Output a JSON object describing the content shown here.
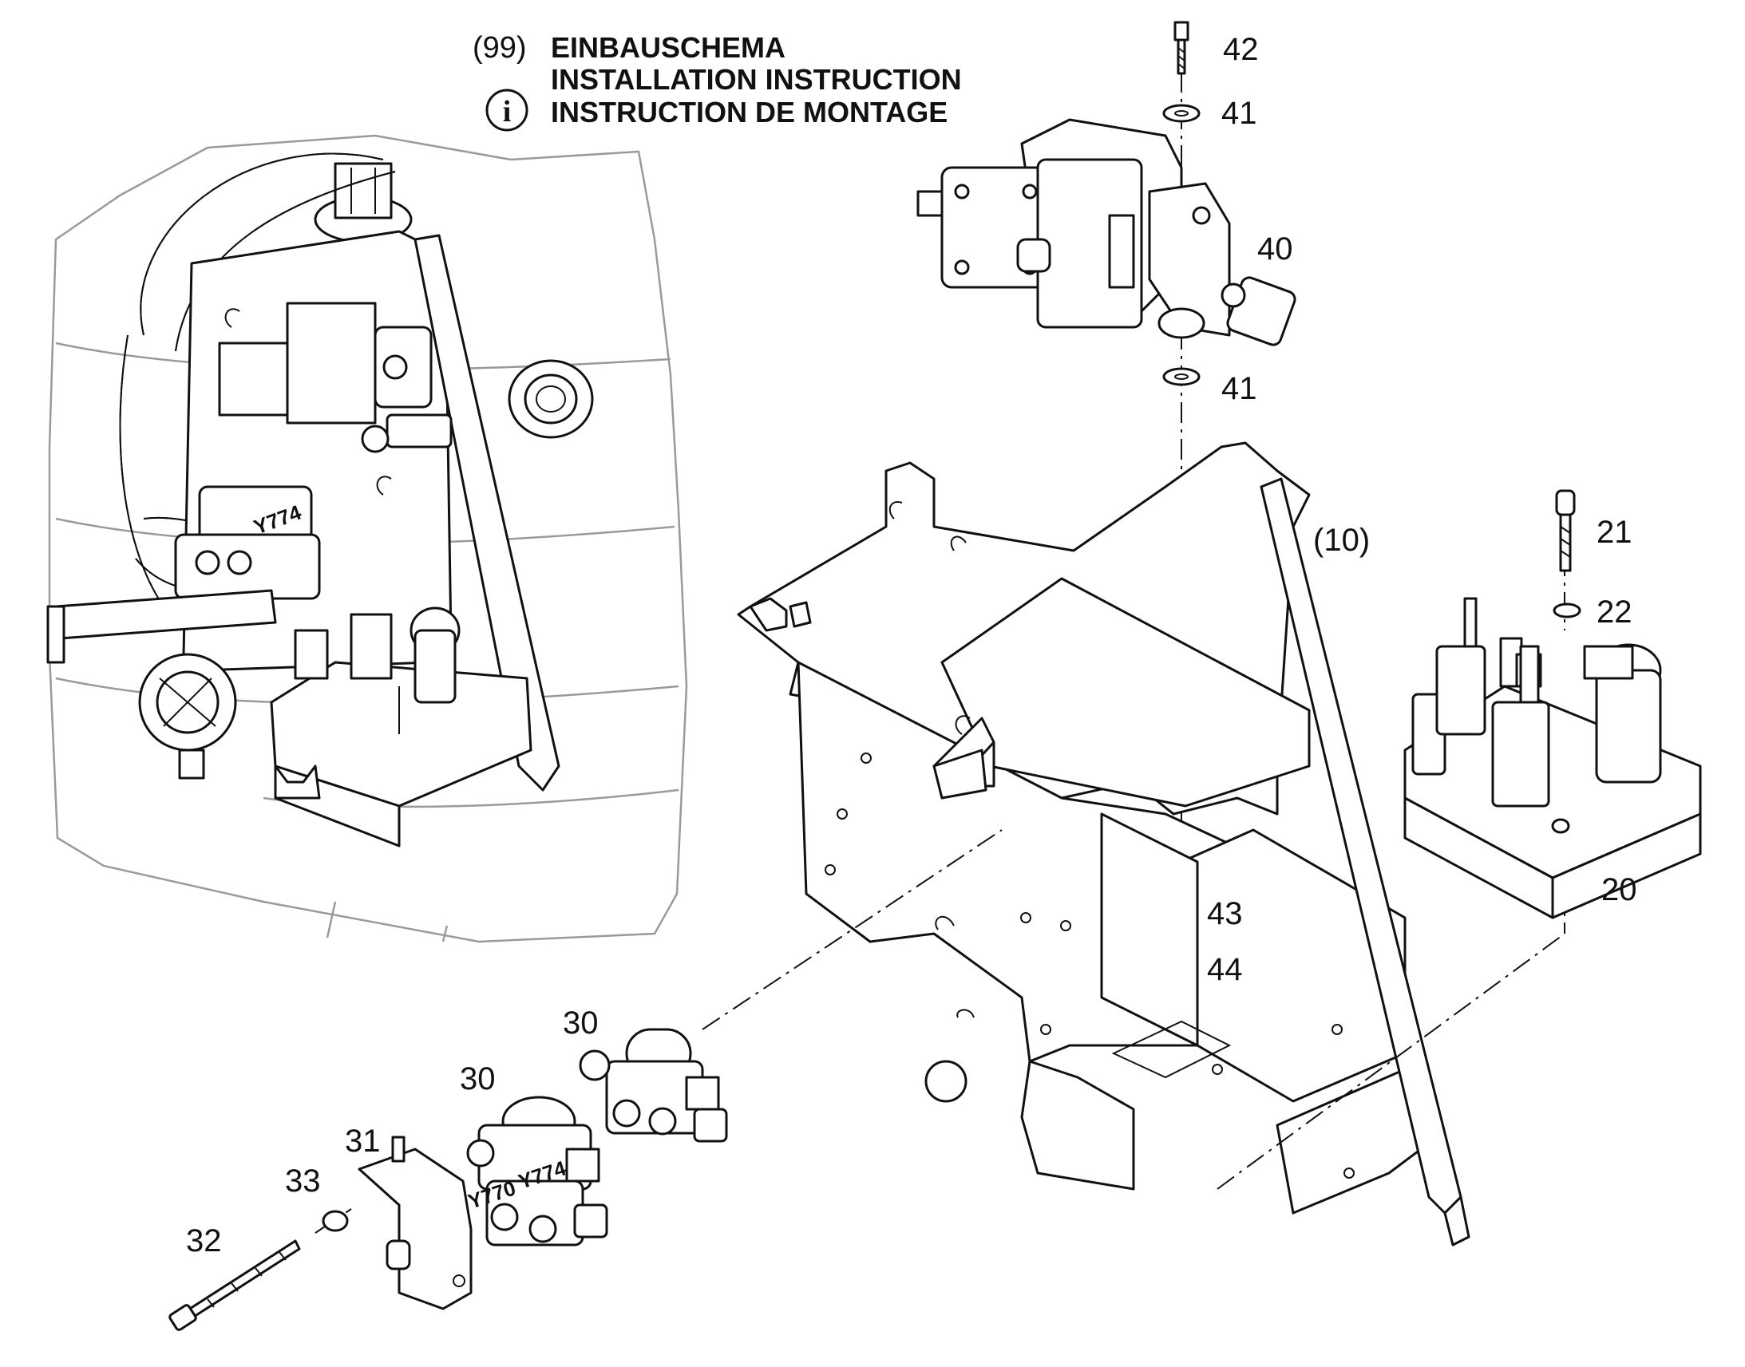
{
  "header": {
    "prefix": "(99)",
    "lines": [
      "EINBAUSCHEMA",
      "INSTALLATION INSTRUCTION",
      "INSTRUCTION DE MONTAGE"
    ],
    "info_icon": "info-circle-icon",
    "info_glyph": "i"
  },
  "callouts": {
    "c42": "42",
    "c41_top": "41",
    "c40": "40",
    "c41_bottom": "41",
    "c10": "(10)",
    "c21": "21",
    "c22": "22",
    "c20": "20",
    "c43": "43",
    "c44": "44",
    "c30_right": "30",
    "c30_left": "30",
    "c31": "31",
    "c33": "33",
    "c32": "32"
  },
  "valve_labels": {
    "overview": "Y774",
    "left_valve": "Y770",
    "right_valve": "Y774"
  },
  "colors": {
    "line": "#111111",
    "ghost_tank": "#9a9a9a",
    "background": "#ffffff"
  }
}
